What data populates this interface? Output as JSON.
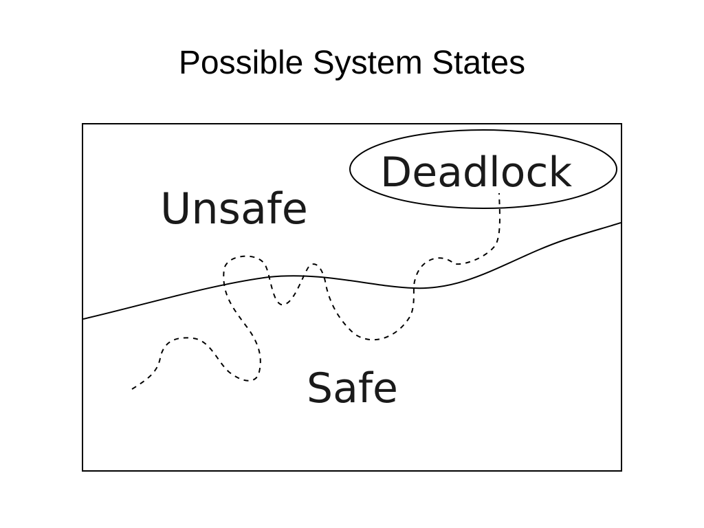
{
  "title": "Possible System States",
  "regions": {
    "unsafe": "Unsafe",
    "safe": "Safe",
    "deadlock": "Deadlock"
  },
  "colors": {
    "background": "#ffffff",
    "ink": "#000000"
  }
}
